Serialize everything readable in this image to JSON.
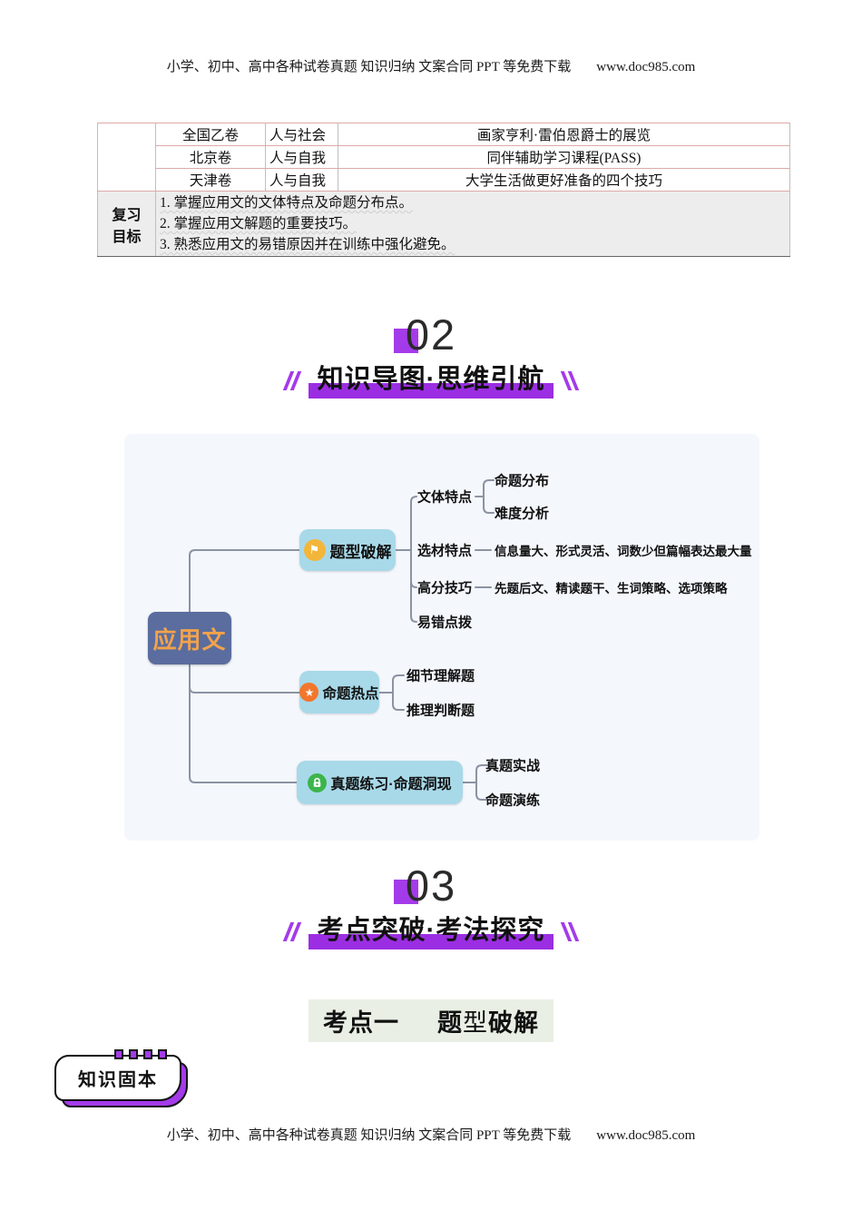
{
  "page": {
    "header_text": "小学、初中、高中各种试卷真题 知识归纳 文案合同 PPT 等免费下载",
    "site_url": "www.doc985.com",
    "footer_text": "小学、初中、高中各种试卷真题 知识归纳 文案合同 PPT 等免费下载"
  },
  "exam_table": {
    "rows": [
      {
        "paper": "全国乙卷",
        "theme": "人与社会",
        "topic": "画家亨利·雷伯恩爵士的展览"
      },
      {
        "paper": "北京卷",
        "theme": "人与自我",
        "topic": "同伴辅助学习课程(PASS)"
      },
      {
        "paper": "天津卷",
        "theme": "人与自我",
        "topic": "大学生活做更好准备的四个技巧"
      }
    ],
    "review_goal": {
      "label_top": "复习",
      "label_bottom": "目标",
      "items": [
        "1. 掌握应用文的文体特点及命题分布点。",
        "2. 掌握应用文解题的重要技巧。",
        "3. 熟悉应用文的易错原因并在训练中强化避免。"
      ]
    }
  },
  "section02": {
    "number": "02",
    "title": "知识导图·思维引航"
  },
  "section03": {
    "number": "03",
    "title": "考点突破·考法探究"
  },
  "mindmap": {
    "root": "应用文",
    "branches": [
      {
        "label": "题型破解",
        "icon": "flag-icon",
        "children": [
          {
            "label": "文体特点",
            "children": [
              {
                "label": "命题分布"
              },
              {
                "label": "难度分析"
              }
            ]
          },
          {
            "label": "选材特点",
            "children": [
              {
                "label": "信息量大、形式灵活、词数少但篇幅表达最大量"
              }
            ]
          },
          {
            "label": "高分技巧",
            "children": [
              {
                "label": "先题后文、精读题干、生词策略、选项策略"
              }
            ]
          },
          {
            "label": "易错点拨",
            "children": []
          }
        ]
      },
      {
        "label": "命题热点",
        "icon": "star-icon",
        "children": [
          {
            "label": "细节理解题"
          },
          {
            "label": "推理判断题"
          }
        ]
      },
      {
        "label": "真题练习·命题洞现",
        "icon": "lock-icon",
        "children": [
          {
            "label": "真题实战"
          },
          {
            "label": "命题演练"
          }
        ]
      }
    ]
  },
  "kaodian": {
    "label": "考点一",
    "seg_bold_a": "题",
    "seg_light": "型",
    "seg_bold_b": "破解"
  },
  "badge": {
    "label": "知识固本"
  },
  "icons": {
    "flag": "⚑",
    "star": "★"
  },
  "colors": {
    "accent_purple": "#A43BEA",
    "bar_purple": "#9B2EE2",
    "root_bg": "#5A6D9E",
    "root_text": "#F2A24B",
    "branch_bg": "#A8D9E9",
    "flag_icon_bg": "#F2B63A",
    "star_icon_bg": "#F2762C",
    "lock_icon_bg": "#3CB54C",
    "mindmap_bg": "#F4F7FC",
    "connector_gray": "#8B93A3",
    "table_line_pink": "#DCAAAA",
    "goal_row_bg": "#EDEDED",
    "kaodian_bg": "#E9EFE4"
  }
}
